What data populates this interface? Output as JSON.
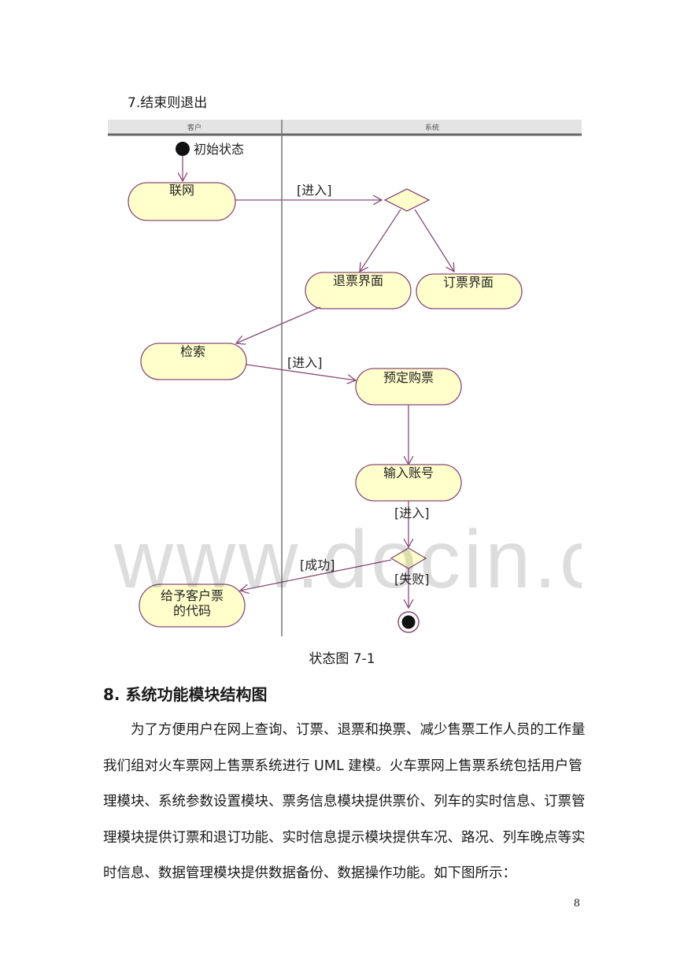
{
  "step_heading": "7.结束则退出",
  "diagram": {
    "lanes": [
      "客户",
      "系统"
    ],
    "nodes": {
      "initial_label": "初始状态",
      "lianwang": "联网",
      "tuipiao": "退票界面",
      "dingpiao": "订票界面",
      "jiansuo": "检索",
      "yuding": "预定购票",
      "shuru": "输入账号",
      "jiyu_line1": "给予客户票",
      "jiyu_line2": "的代码"
    },
    "guards": {
      "enter1": "[进入]",
      "enter2": "[进入]",
      "enter3": "[进入]",
      "success": "[成功]",
      "fail": "[失败]"
    }
  },
  "watermark": "www.docin.com",
  "caption": "状态图 7-1",
  "section_title": "8. 系统功能模块结构图",
  "paragraph_lines": [
    "为了方便用户在网上查询、订票、退票和换票、减少售票工作人员的工作量",
    "我们组对火车票网上售票系统进行 UML 建模。火车票网上售票系统包括用户管",
    "理模块、系统参数设置模块、票务信息模块提供票价、列车的实时信息、订票管",
    "理模块提供订票和退订功能、实时信息提示模块提供车况、路况、列车晚点等实",
    "时信息、数据管理模块提供数据备份、数据操作功能。如下图所示："
  ],
  "page_number": "8"
}
